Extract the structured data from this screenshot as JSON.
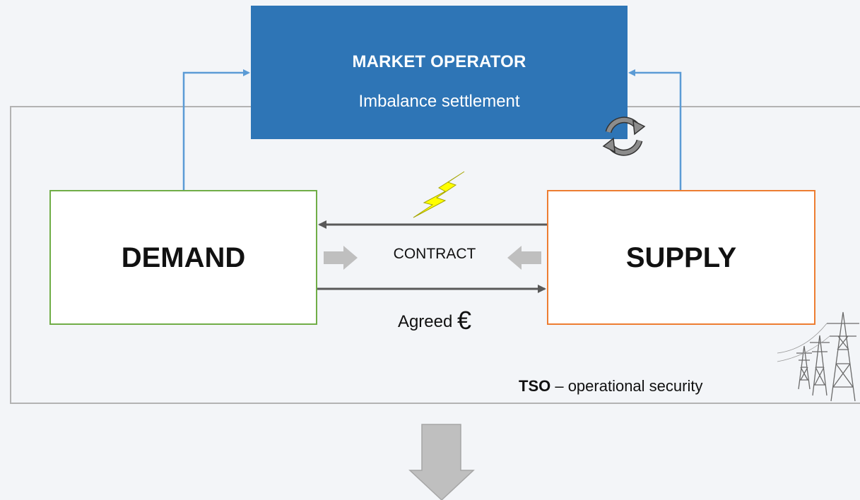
{
  "market_operator": {
    "title": "MARKET OPERATOR",
    "subtitle": "Imbalance settlement"
  },
  "demand": {
    "label": "DEMAND"
  },
  "supply": {
    "label": "SUPPLY"
  },
  "contract": {
    "label": "CONTRACT"
  },
  "payment": {
    "label": "Agreed",
    "currency_symbol": "€"
  },
  "tso": {
    "name": "TSO",
    "description": " – operational security"
  },
  "icons": [
    "lightning-icon",
    "refresh-cycle-icon",
    "power-pylons-icon",
    "down-arrow-icon"
  ],
  "colors": {
    "market_blue": "#2e75b6",
    "demand_green": "#70ad47",
    "supply_orange": "#ed7d31",
    "link_blue": "#5b9bd5",
    "flow_dark": "#595959",
    "contract_grey": "#bfbfbf",
    "lightning_yellow": "#ffff00"
  }
}
